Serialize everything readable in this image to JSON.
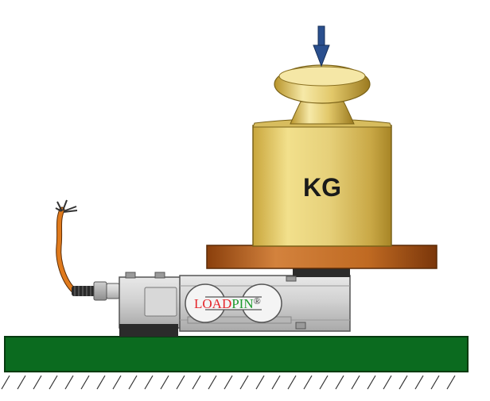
{
  "weight": {
    "label": "KG"
  },
  "load_cell": {
    "brand_part1": "LOAD",
    "brand_part2": "PIN",
    "registered_mark": "®"
  },
  "colors": {
    "brand_red": "#e5262b",
    "brand_green": "#1e9a2e",
    "ground": "#0b6b1f",
    "plate": "#b45a12",
    "weight_gold": "#e2cd72",
    "arrow": "#2a4f8e",
    "cable": "#e07a1c"
  },
  "icons": [
    "down-arrow-icon"
  ]
}
